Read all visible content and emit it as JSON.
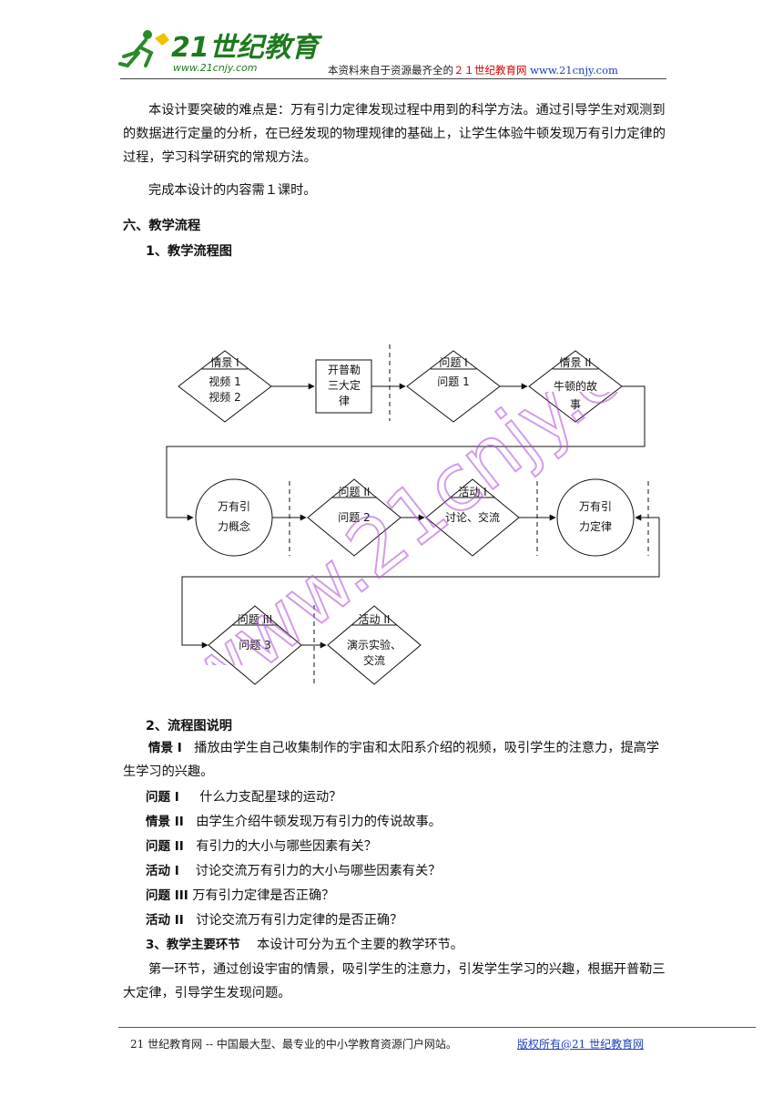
{
  "header": {
    "logo_text": "21世纪教育",
    "logo_url": "www.21cnjy.com",
    "text_prefix": "本资料来自于资源最齐全的",
    "text_site": "２１世纪教育网",
    "text_url": "www.21cnjy.com"
  },
  "paragraphs": {
    "p1": "本设计要突破的难点是：万有引力定律发现过程中用到的科学方法。通过引导学生对观测到的数据进行定量的分析，在已经发现的物理规律的基础上，让学生体验牛顿发现万有引力定律的过程，学习科学研究的常规方法。",
    "p2": "完成本设计的内容需１课时。"
  },
  "section6": {
    "title": "六、教学流程",
    "sub1": "1、教学流程图",
    "sub2": "2、流程图说明"
  },
  "flow": {
    "n1_top": "情景 I",
    "n1_l1": "视频 1",
    "n1_l2": "视频 2",
    "n2_l1": "开普勒",
    "n2_l2": "三大定",
    "n2_l3": "律",
    "n3_top": "问题 I",
    "n3_l1": "问题 1",
    "n4_top": "情景 II",
    "n4_l1": "牛顿的故",
    "n4_l2": "事",
    "n5_l1": "万有引",
    "n5_l2": "力概念",
    "n6_top": "问题 II",
    "n6_l1": "问题 2",
    "n7_top": "活动 I",
    "n7_l1": "讨论、交流",
    "n8_l1": "万有引",
    "n8_l2": "力定律",
    "n9_top": "问题 III",
    "n9_l1": "问题 3",
    "n10_top": "活动 II",
    "n10_l1": "演示实验、",
    "n10_l2": "交流"
  },
  "explanations": {
    "scene1_label": "情景 I",
    "scene1_text": "播放由学生自己收集制作的宇宙和太阳系介绍的视频，吸引学生的注意力，提高学生学习的兴趣。",
    "items": [
      {
        "label": "问题 I",
        "text": "什么力支配星球的运动？"
      },
      {
        "label": "情景 II",
        "text": "由学生介绍牛顿发现万有引力的传说故事。"
      },
      {
        "label": "问题 II",
        "text": "有引力的大小与哪些因素有关？"
      },
      {
        "label": "活动 I",
        "text": "讨论交流万有引力的大小与哪些因素有关？"
      },
      {
        "label": "问题 III",
        "text": "万有引力定律是否正确？"
      },
      {
        "label": "活动 II",
        "text": "讨论交流万有引力定律的是否正确？"
      }
    ]
  },
  "section3": {
    "label": "3、教学主要环节",
    "text": "本设计可分为五个主要的教学环节。",
    "p_first": "第一环节，通过创设宇宙的情景，吸引学生的注意力，引发学生学习的兴趣，根据开普勒三大定律，引导学生发现问题。"
  },
  "watermark": "www.21cnjy.com",
  "footer": {
    "left": "21 世纪教育网 -- 中国最大型、最专业的中小学教育资源门户网站。",
    "right": "版权所有@21 世纪教育网"
  }
}
